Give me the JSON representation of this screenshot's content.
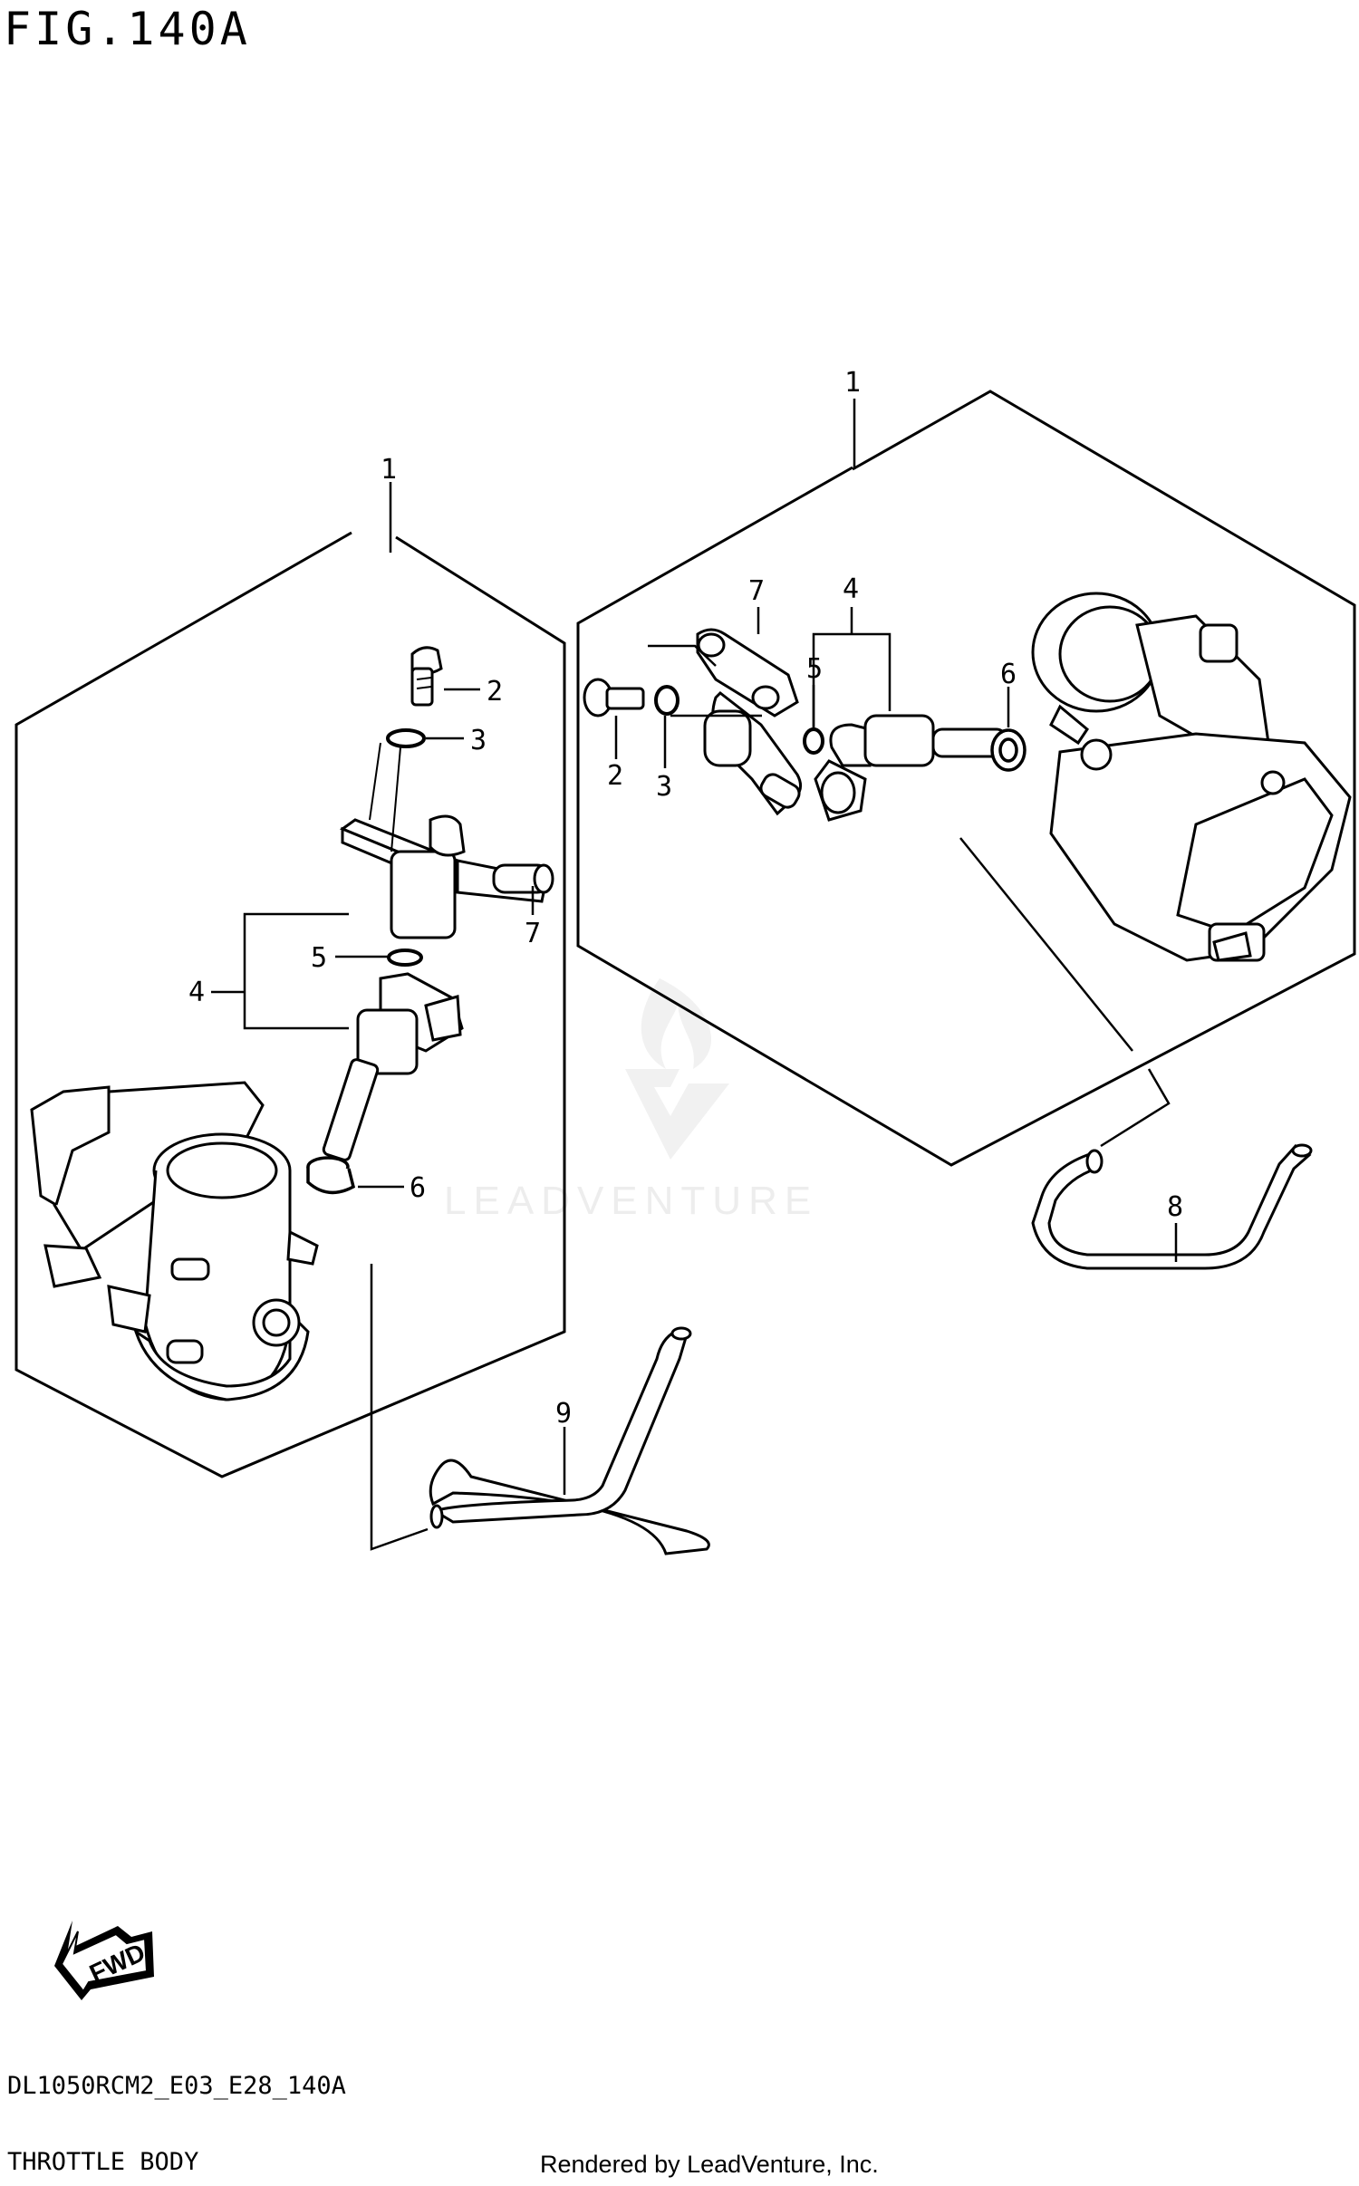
{
  "figure_title": "FIG.140A",
  "footer": {
    "model_code": "DL1050RCM2_E03_E28_140A",
    "section_name": "THROTTLE BODY",
    "rendered_by": "Rendered by LeadVenture, Inc."
  },
  "fwd_badge": "FWD",
  "watermark": "LEADVENTURE",
  "callouts_left": {
    "c1": "1",
    "c2": "2",
    "c3": "3",
    "c4": "4",
    "c5": "5",
    "c6": "6",
    "c7": "7"
  },
  "callouts_right": {
    "c1": "1",
    "c2": "2",
    "c3": "3",
    "c4": "4",
    "c5": "5",
    "c6": "6",
    "c7": "7"
  },
  "callouts_hoses": {
    "c8": "8",
    "c9": "9"
  }
}
